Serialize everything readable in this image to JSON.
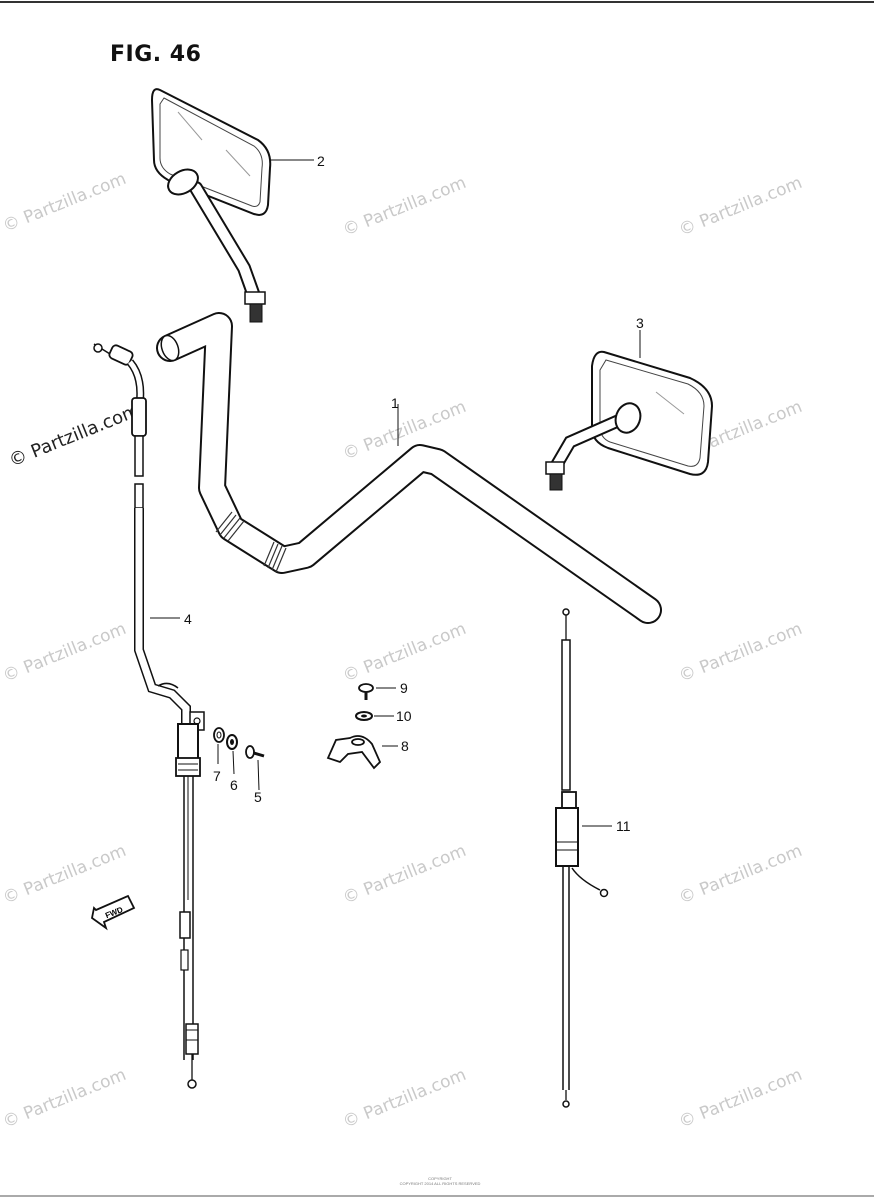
{
  "figure": {
    "title": "FIG. 46"
  },
  "watermark": {
    "text": "© Partzilla.com",
    "side_text": "© Partzilla.com"
  },
  "fwd_label": "FWD",
  "callouts": [
    "1",
    "2",
    "3",
    "4",
    "5",
    "6",
    "7",
    "8",
    "9",
    "10",
    "11"
  ],
  "footer": {
    "line1": "COPYRIGHT",
    "line2": "COPYRIGHT 2014 ALL RIGHTS RESERVED"
  }
}
